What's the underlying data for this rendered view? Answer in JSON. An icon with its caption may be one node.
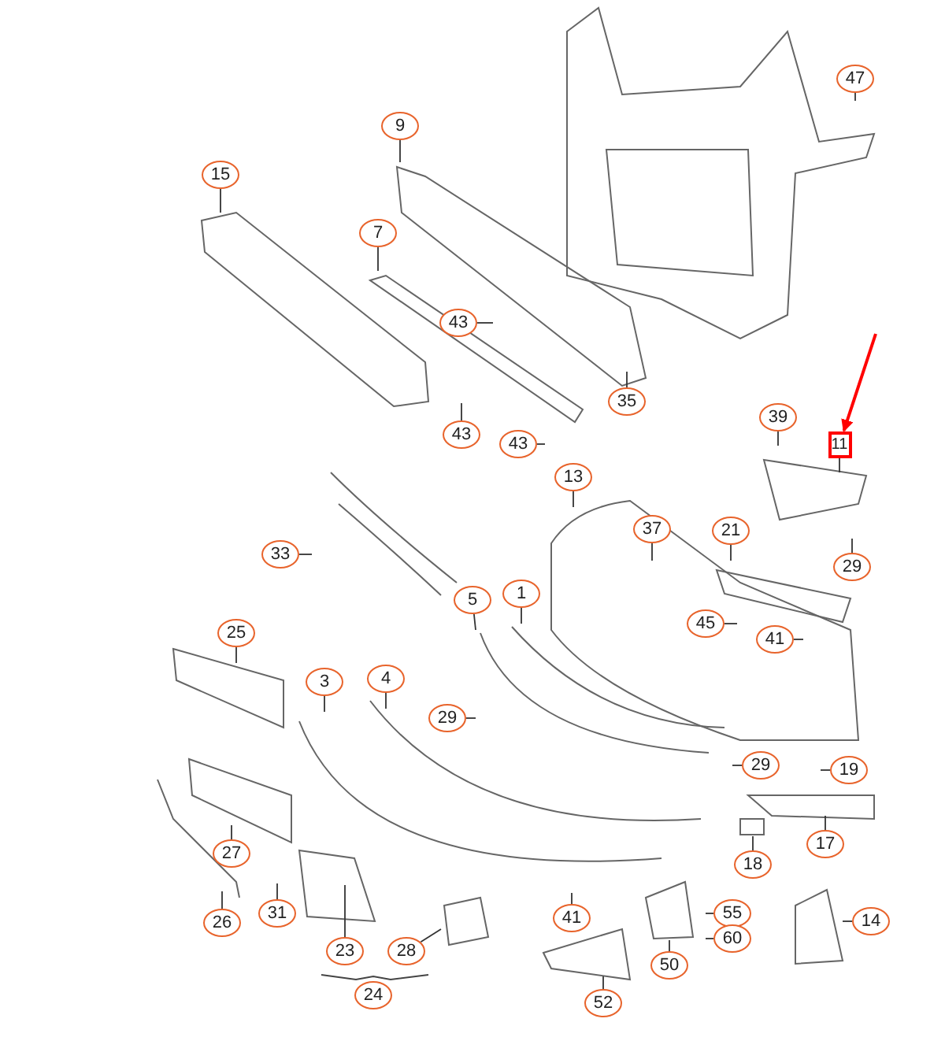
{
  "diagram": {
    "nodes": [
      {
        "text": [
          "47"
        ]
      },
      {
        "text": [
          "9"
        ]
      },
      {
        "text": [
          "15"
        ]
      },
      {
        "text": [
          "7"
        ]
      },
      {
        "text": [
          "43"
        ]
      },
      {
        "text": [
          "43"
        ]
      },
      {
        "text": [
          "43"
        ]
      },
      {
        "text": [
          "35"
        ]
      },
      {
        "text": [
          "39"
        ]
      },
      {
        "text": [
          "11"
        ]
      },
      {
        "text": [
          "29"
        ]
      },
      {
        "text": [
          "13"
        ]
      },
      {
        "text": [
          "37"
        ]
      },
      {
        "text": [
          "21"
        ]
      },
      {
        "text": [
          "33"
        ]
      },
      {
        "text": [
          "5"
        ]
      },
      {
        "text": [
          "1"
        ]
      },
      {
        "text": [
          "45"
        ]
      },
      {
        "text": [
          "41"
        ]
      },
      {
        "text": [
          "25"
        ]
      },
      {
        "text": [
          "3"
        ]
      },
      {
        "text": [
          "4"
        ]
      },
      {
        "text": [
          "29"
        ]
      },
      {
        "text": [
          "29"
        ]
      },
      {
        "text": [
          "19"
        ]
      },
      {
        "text": [
          "27"
        ]
      },
      {
        "text": [
          "17"
        ]
      },
      {
        "text": [
          "18"
        ]
      },
      {
        "text": [
          "26"
        ]
      },
      {
        "text": [
          "31"
        ]
      },
      {
        "text": [
          "23"
        ]
      },
      {
        "text": [
          "24"
        ]
      },
      {
        "text": [
          "28"
        ]
      },
      {
        "text": [
          "41"
        ]
      },
      {
        "text": [
          "55"
        ]
      },
      {
        "text": [
          "60"
        ]
      },
      {
        "text": [
          "50"
        ]
      },
      {
        "text": [
          "52"
        ]
      },
      {
        "text": [
          "14"
        ]
      }
    ],
    "edges": [
      {
        "from": 0,
        "to": null,
        "arrow": "none"
      },
      {
        "from": 1,
        "to": null,
        "arrow": "none"
      },
      {
        "from": 2,
        "to": null,
        "arrow": "none"
      },
      {
        "from": 3,
        "to": null,
        "arrow": "none"
      },
      {
        "from": 4,
        "to": null,
        "arrow": "none"
      },
      {
        "from": 5,
        "to": null,
        "arrow": "none"
      },
      {
        "from": 6,
        "to": null,
        "arrow": "none"
      },
      {
        "from": 7,
        "to": null,
        "arrow": "none"
      },
      {
        "from": 8,
        "to": null,
        "arrow": "none"
      },
      {
        "from": 9,
        "to": null,
        "arrow": "none"
      },
      {
        "from": null,
        "to": 9,
        "arrow": "to",
        "color": "#ff0000"
      },
      {
        "from": 10,
        "to": null,
        "arrow": "none"
      },
      {
        "from": 11,
        "to": null,
        "arrow": "none"
      },
      {
        "from": 12,
        "to": null,
        "arrow": "none"
      },
      {
        "from": 13,
        "to": null,
        "arrow": "none"
      },
      {
        "from": 14,
        "to": null,
        "arrow": "none"
      },
      {
        "from": 15,
        "to": null,
        "arrow": "none"
      },
      {
        "from": 16,
        "to": null,
        "arrow": "none"
      },
      {
        "from": 17,
        "to": null,
        "arrow": "none"
      },
      {
        "from": 18,
        "to": null,
        "arrow": "none"
      },
      {
        "from": 19,
        "to": null,
        "arrow": "none"
      },
      {
        "from": 20,
        "to": null,
        "arrow": "none"
      },
      {
        "from": 21,
        "to": null,
        "arrow": "none"
      },
      {
        "from": 22,
        "to": null,
        "arrow": "none"
      },
      {
        "from": 23,
        "to": null,
        "arrow": "none"
      },
      {
        "from": 24,
        "to": null,
        "arrow": "none"
      },
      {
        "from": 25,
        "to": null,
        "arrow": "none"
      },
      {
        "from": 26,
        "to": null,
        "arrow": "none"
      },
      {
        "from": 27,
        "to": null,
        "arrow": "none"
      },
      {
        "from": 28,
        "to": null,
        "arrow": "none"
      },
      {
        "from": 29,
        "to": null,
        "arrow": "none"
      },
      {
        "from": 30,
        "to": null,
        "arrow": "none"
      },
      {
        "from": 32,
        "to": null,
        "arrow": "none"
      },
      {
        "from": 33,
        "to": null,
        "arrow": "none"
      },
      {
        "from": 34,
        "to": null,
        "arrow": "none"
      },
      {
        "from": 35,
        "to": null,
        "arrow": "none"
      },
      {
        "from": 36,
        "to": null,
        "arrow": "none"
      },
      {
        "from": 37,
        "to": null,
        "arrow": "none"
      },
      {
        "from": 38,
        "to": null,
        "arrow": "none"
      }
    ]
  }
}
